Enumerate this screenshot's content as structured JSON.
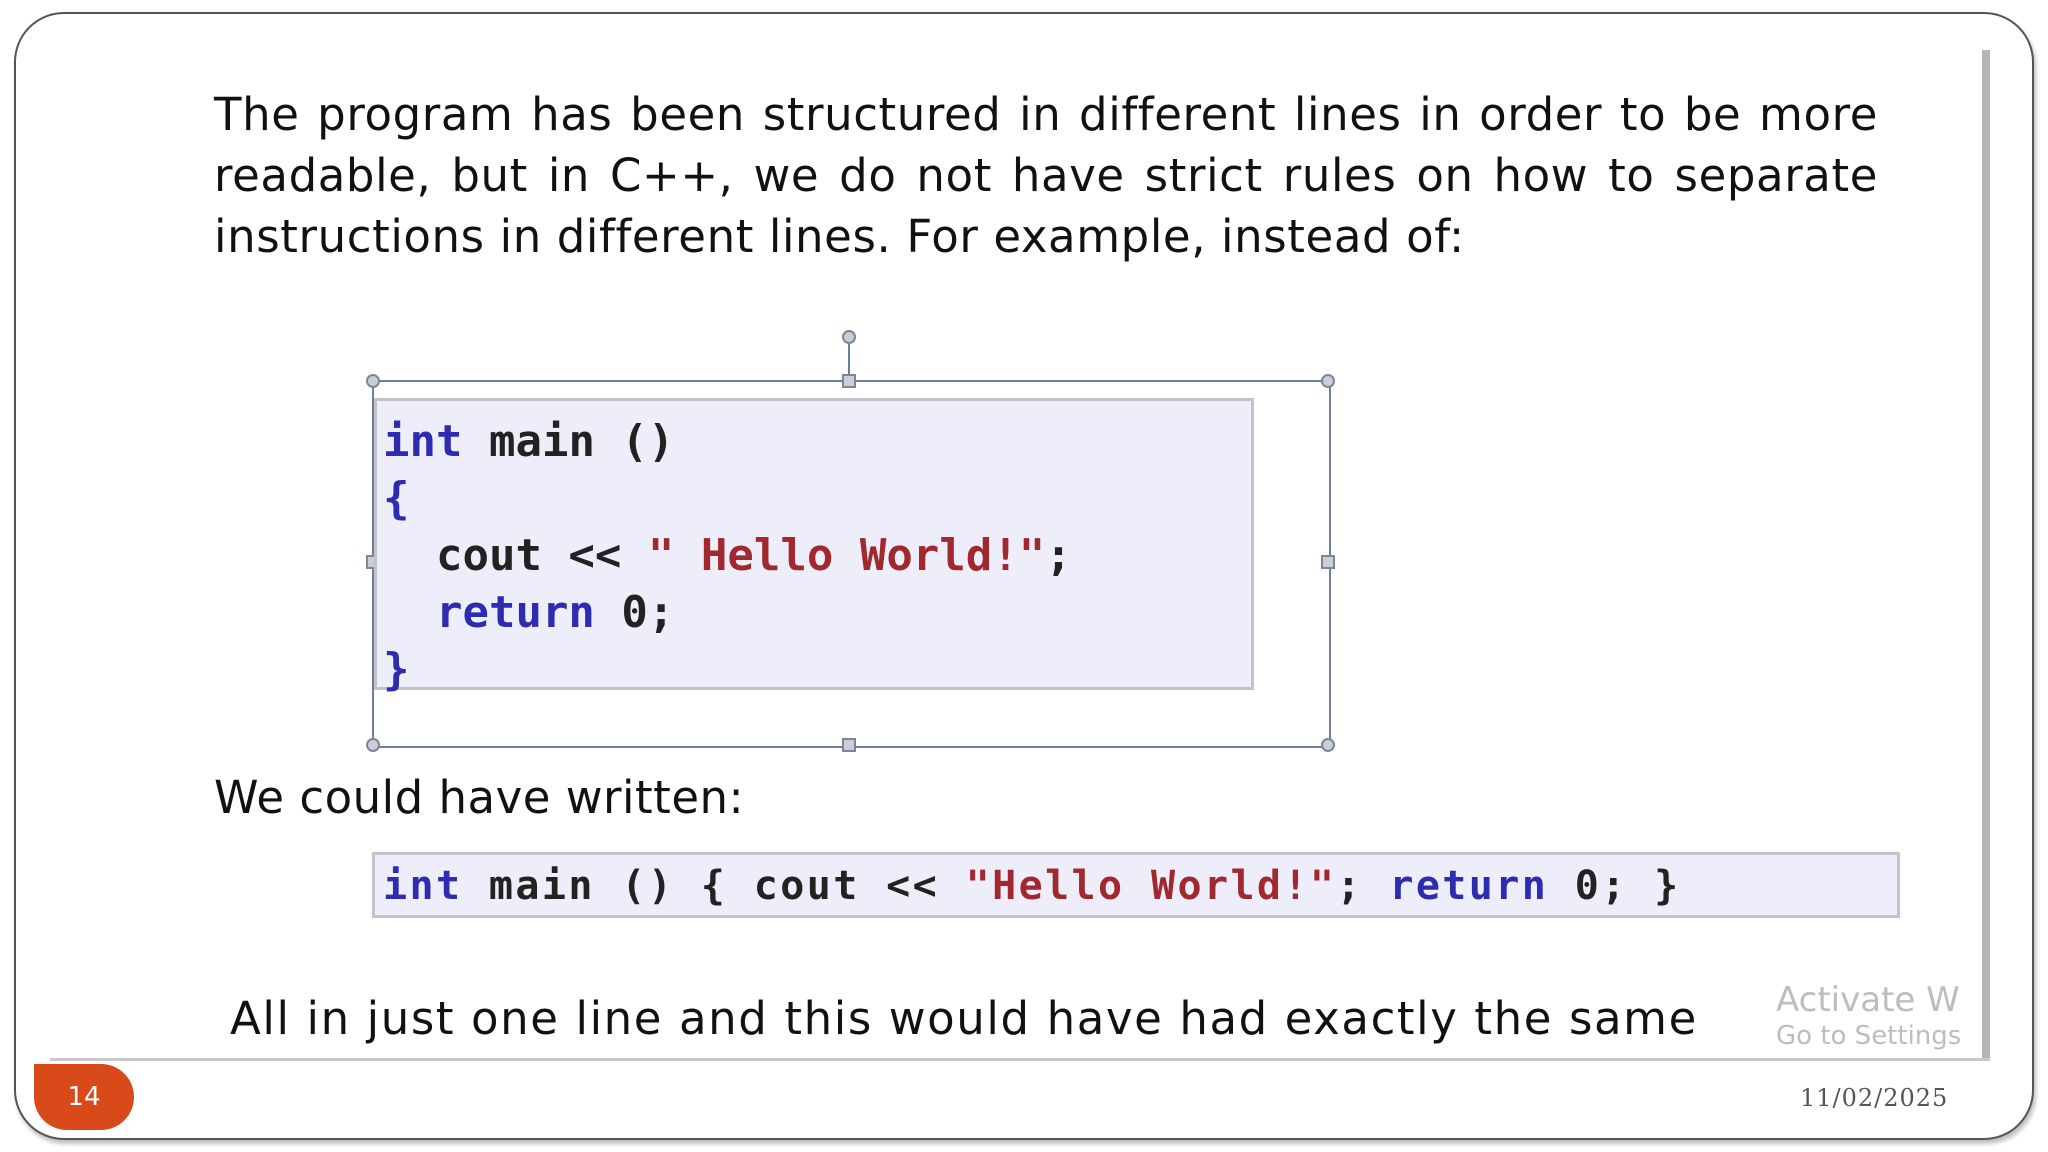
{
  "paragraph": "The program has been structured in different lines in order to be more readable, but in C++, we do not have strict rules on how to separate instructions in different lines. For example, instead of:",
  "code_block": {
    "line1_kw": "int",
    "line1_rest": " main ()",
    "line2": "{",
    "line3_id": "  cout << ",
    "line3_str": "\" Hello World!\"",
    "line3_end": ";",
    "line4_kw": "  return",
    "line4_rest": " 0;",
    "line5": "}"
  },
  "label_written": "We could have written:",
  "oneline": {
    "kw1": "int",
    "part1": " main () { cout << ",
    "str": "\"Hello World!\"",
    "part2": "; ",
    "kw2": "return",
    "part3": " 0; }"
  },
  "summary_line": "All in just one line and this would have had exactly the same",
  "watermark": {
    "line1": "Activate W",
    "line2": "Go to Settings"
  },
  "footer": {
    "page_number": "14",
    "date": "11/02/2025"
  },
  "colors": {
    "keyword": "#2d2bb0",
    "string": "#a0282e",
    "code_bg": "#eeeefa",
    "badge": "#d94a1a"
  }
}
